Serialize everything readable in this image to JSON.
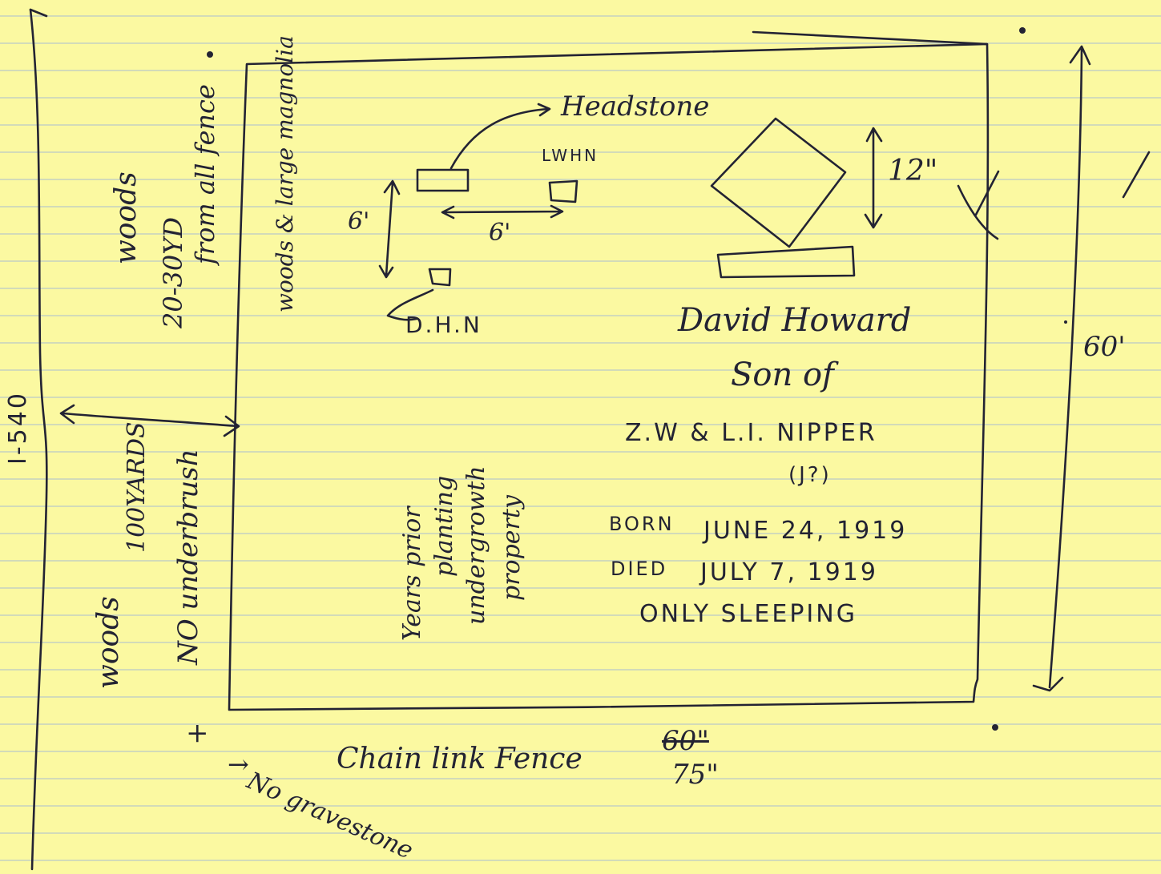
{
  "sketch": {
    "headstone_label": "Headstone",
    "lwhn_label": "LWHN",
    "dhn_label": "D.H.N",
    "dim_six_vertical": "6'",
    "dim_six_horizontal": "6'",
    "dim_twelve": "12\"",
    "dim_sixty": "60'",
    "road_label": "I-540",
    "left_notes": {
      "woods_top": "woods",
      "yards_top": "20-30YD",
      "fence_note": "from all fence",
      "yards_middle": "100YARDS",
      "no_underbrush": "NO underbrush",
      "woods_bottom": "woods"
    },
    "inside_notes": {
      "vegetation": "woods & large magnolia",
      "left_col_1": "Years prior",
      "left_col_2": "planting",
      "left_col_3": "undergrowth",
      "left_col_4": "property"
    },
    "inscription": {
      "line1": "David Howard",
      "line2": "Son of",
      "line3": "Z.W & L.I. NIPPER",
      "line4": "(J?)",
      "born_label": "BORN",
      "born_date": "JUNE 24, 1919",
      "died_label": "DIED",
      "died_date": "JULY 7, 1919",
      "epitaph": "ONLY SLEEPING"
    },
    "fence": {
      "label": "Chain link Fence",
      "height_struck": "60\"",
      "height": "75\"",
      "plus": "+",
      "arrow": "→",
      "no_gravestone": "No gravestone"
    }
  }
}
